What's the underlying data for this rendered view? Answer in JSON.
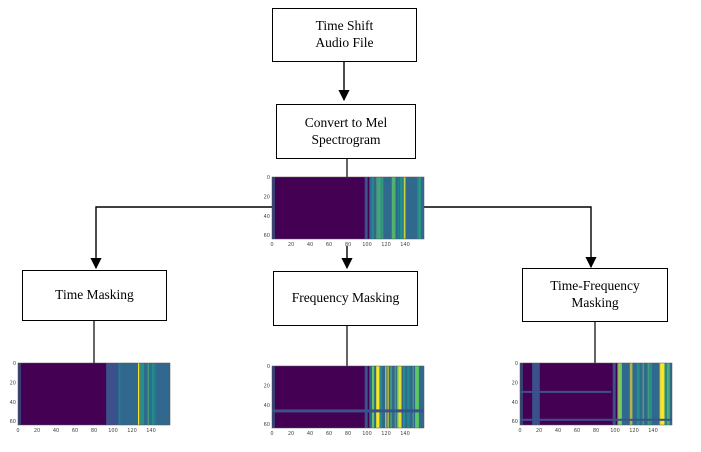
{
  "nodes": {
    "source": "Time Shift\nAudio File",
    "convert": "Convert to Mel\nSpectrogram",
    "time_masking": "Time Masking",
    "frequency_masking": "Frequency Masking",
    "time_frequency_masking": "Time-Frequency\nMasking"
  },
  "spectrogram_axes": {
    "x_ticks": [
      "0",
      "20",
      "40",
      "60",
      "80",
      "100",
      "120",
      "140"
    ],
    "y_ticks": [
      "0",
      "20",
      "40",
      "60"
    ]
  },
  "colors": {
    "mask_purple": "#440154",
    "mask_band": "#3b518b",
    "spec_low": "#31688e",
    "spec_mid": "#21918c",
    "spec_high": "#5ec962",
    "spec_peak": "#fde725"
  }
}
